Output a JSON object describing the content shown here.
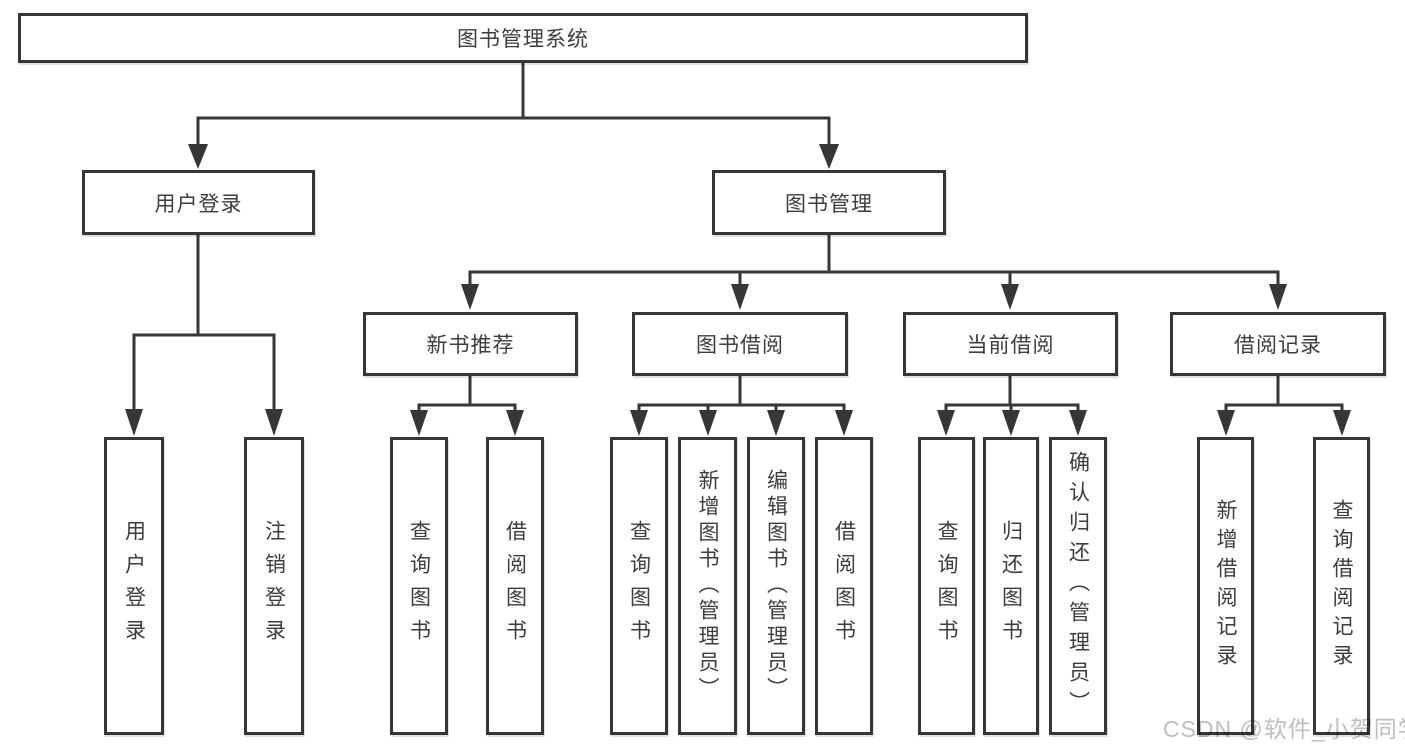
{
  "diagram": {
    "root": {
      "label": "图书管理系统"
    },
    "branches": [
      {
        "label": "用户登录",
        "leaves": [
          {
            "label": "用户登录"
          },
          {
            "label": "注销登录"
          }
        ]
      },
      {
        "label": "图书管理",
        "groups": [
          {
            "label": "新书推荐",
            "leaves": [
              {
                "label": "查询图书"
              },
              {
                "label": "借阅图书"
              }
            ]
          },
          {
            "label": "图书借阅",
            "leaves": [
              {
                "label": "查询图书"
              },
              {
                "label": "新增图书（管理员）"
              },
              {
                "label": "编辑图书（管理员）"
              },
              {
                "label": "借阅图书"
              }
            ]
          },
          {
            "label": "当前借阅",
            "leaves": [
              {
                "label": "查询图书"
              },
              {
                "label": "归还图书"
              },
              {
                "label": "确认归还（管理员）"
              }
            ]
          },
          {
            "label": "借阅记录",
            "leaves": [
              {
                "label": "新增借阅记录"
              },
              {
                "label": "查询借阅记录"
              }
            ]
          }
        ]
      }
    ],
    "watermark": "CSDN @软件_小贺同学",
    "colors": {
      "line": "#363636",
      "text": "#3d3d3d",
      "watermark_text": "#c2bcbc",
      "background": "#ffffff"
    }
  }
}
